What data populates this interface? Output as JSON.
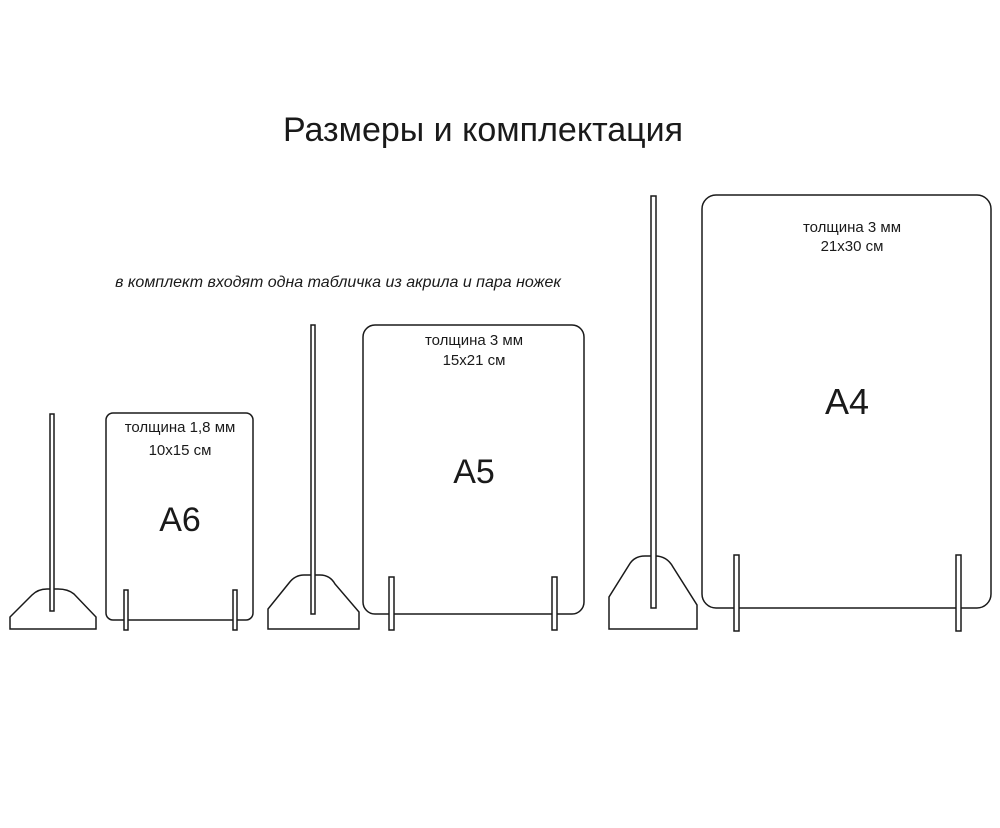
{
  "title": "Размеры и комплектация",
  "subtitle": "в комплект входят одна табличка из акрила и пара ножек",
  "plates": [
    {
      "thickness": "толщина 1,8 мм",
      "size": "10x15 см",
      "format": "A6"
    },
    {
      "thickness": "толщина 3 мм",
      "size": "15x21 см",
      "format": "A5"
    },
    {
      "thickness": "толщина 3 мм",
      "size": "21x30 см",
      "format": "A4"
    }
  ]
}
